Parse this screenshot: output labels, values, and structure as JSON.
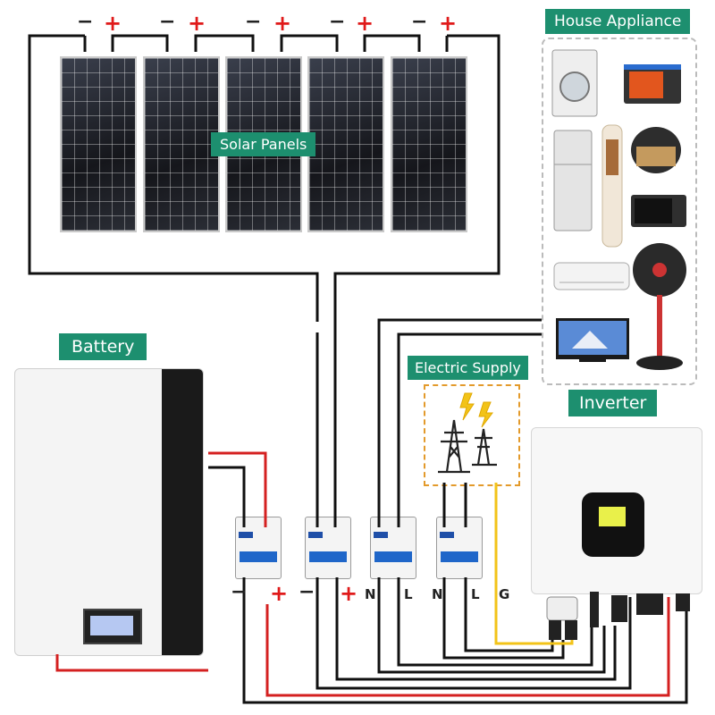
{
  "labels": {
    "solar_panels": "Solar Panels",
    "house_appliance": "House Appliance",
    "battery": "Battery",
    "electric_supply": "Electric Supply",
    "inverter": "Inverter"
  },
  "panel_terminals": {
    "minus": "−",
    "plus": "+"
  },
  "breaker_terminals": [
    "−",
    "+",
    "−",
    "+",
    "N",
    "L",
    "N",
    "L",
    "G"
  ],
  "colors": {
    "label_bg": "#1d8f6f",
    "negative_wire": "#111111",
    "positive_wire": "#d42020",
    "ground_wire": "#f2c318",
    "supply_border": "#e39a2b",
    "appliance_border": "#bbbbbb"
  },
  "icons": {
    "appliances": [
      "washing-machine-icon",
      "oven-icon",
      "refrigerator-icon",
      "air-cooler-icon",
      "rice-cooker-icon",
      "microwave-icon",
      "air-conditioner-icon",
      "stand-fan-icon",
      "television-icon"
    ],
    "supply": [
      "transmission-tower-icon",
      "lightning-icon"
    ]
  }
}
